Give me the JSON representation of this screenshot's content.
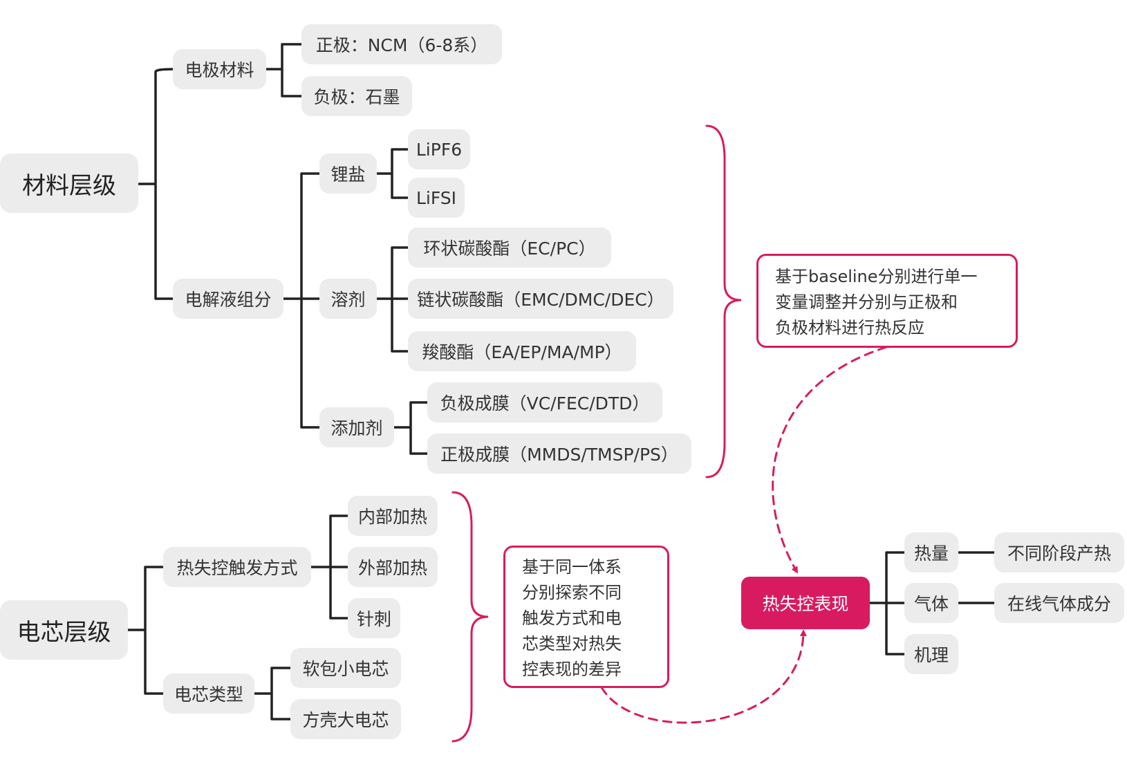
{
  "colors": {
    "accent": "#d81b60",
    "node_bg": "#ececec",
    "line": "#222222",
    "text": "#333333"
  },
  "materials": {
    "root": "材料层级",
    "electrode": {
      "label": "电极材料",
      "cathode": "正极：NCM（6-8系）",
      "anode": "负极：石墨"
    },
    "electrolyte": {
      "label": "电解液组分",
      "salt": {
        "label": "锂盐",
        "items": [
          "LiPF6",
          "LiFSI"
        ]
      },
      "solvent": {
        "label": "溶剂",
        "items": [
          "环状碳酸酯（EC/PC）",
          "链状碳酸酯（EMC/DMC/DEC）",
          "羧酸酯（EA/EP/MA/MP）"
        ]
      },
      "additive": {
        "label": "添加剂",
        "items": [
          "负极成膜（VC/FEC/DTD）",
          "正极成膜（MMDS/TMSP/PS）"
        ]
      }
    }
  },
  "cell": {
    "root": "电芯层级",
    "trigger": {
      "label": "热失控触发方式",
      "items": [
        "内部加热",
        "外部加热",
        "针刺"
      ]
    },
    "type": {
      "label": "电芯类型",
      "items": [
        "软包小电芯",
        "方壳大电芯"
      ]
    }
  },
  "notes": {
    "material": "基于baseline分别进行单一\n变量调整并分别与正极和\n负极材料进行热反应",
    "cell": "基于同一体系\n分别探索不同\n触发方式和电\n芯类型对热失\n控表现的差异"
  },
  "outcome": {
    "center": "热失控表现",
    "heat": {
      "label": "热量",
      "detail": "不同阶段产热"
    },
    "gas": {
      "label": "气体",
      "detail": "在线气体成分"
    },
    "mechanism": {
      "label": "机理"
    }
  }
}
